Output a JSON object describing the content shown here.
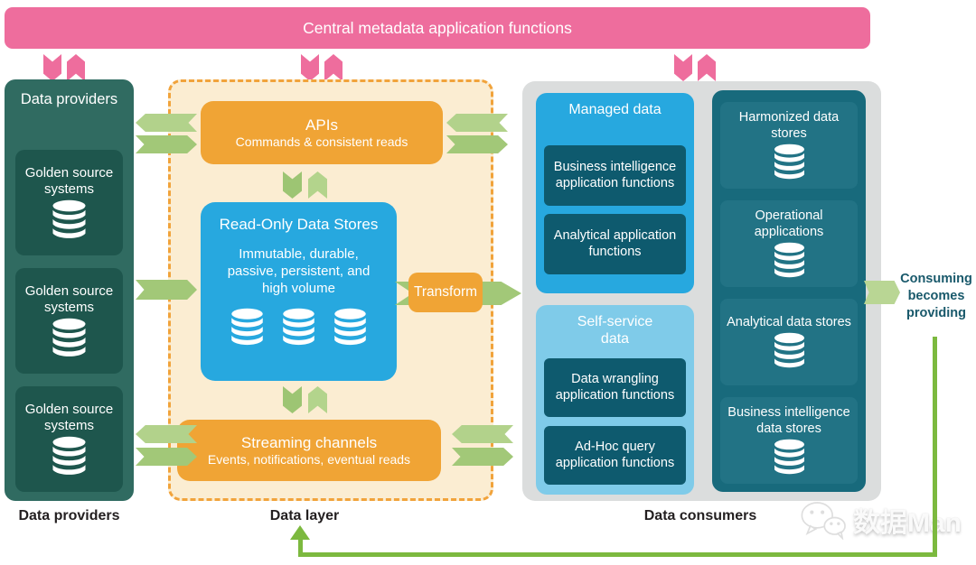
{
  "banner": {
    "label": "Central metadata application functions"
  },
  "providers": {
    "title": "Data providers",
    "caption": "Data providers",
    "systems": [
      "Golden source systems",
      "Golden source systems",
      "Golden source systems"
    ]
  },
  "layer": {
    "caption": "Data layer",
    "apis": {
      "title": "APIs",
      "subtitle": "Commands & consistent reads"
    },
    "read_only": {
      "title": "Read-Only Data Stores",
      "description": "Immutable, durable, passive, persistent, and high volume"
    },
    "transform_label": "Transform",
    "streaming": {
      "title": "Streaming channels",
      "subtitle": "Events, notifications, eventual reads"
    }
  },
  "consumers": {
    "caption": "Data consumers",
    "managed": {
      "title": "Managed data",
      "items": [
        "Business intelligence application functions",
        "Analytical application functions"
      ]
    },
    "self_service": {
      "title": "Self-service data",
      "items": [
        "Data wrangling application functions",
        "Ad-Hoc query application functions"
      ]
    },
    "stores": [
      "Harmonized data stores",
      "Operational applications",
      "Analytical data stores",
      "Business intelligence data stores"
    ]
  },
  "loop": {
    "label": "Consuming becomes providing"
  },
  "watermark": {
    "label": "数据Man"
  },
  "colors": {
    "banner_pink": "#ee6d9d",
    "provider_teal": "#306b61",
    "provider_teal_dark": "#1e564d",
    "orange": "#f0a435",
    "layer_cream": "#fbedd2",
    "layer_dash": "#f1a33b",
    "blue": "#27a8df",
    "light_blue": "#7fcbe9",
    "app_teal_dark": "#0e5a6e",
    "stores_teal": "#186a7c",
    "stores_teal_light": "#227385",
    "consumer_gray": "#dbdddd",
    "arrow_green_light": "#b2d28b",
    "arrow_green": "#a2c878",
    "loop_green": "#7cb93f",
    "loop_text_teal": "#19596b"
  }
}
